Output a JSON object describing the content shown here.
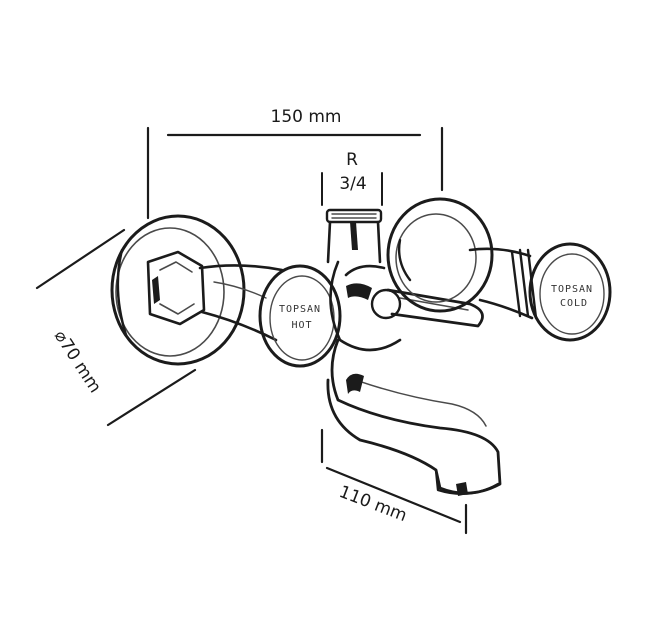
{
  "dimensions": {
    "width_label": "150 mm",
    "thread_label_top": "R",
    "thread_label_bottom": "3/4",
    "diameter_label": "⌀70 mm",
    "spout_label": "110 mm"
  },
  "handles": {
    "hot_brand": "TOPSAN",
    "hot_label": "HOT",
    "cold_brand": "TOPSAN",
    "cold_label": "COLD"
  }
}
